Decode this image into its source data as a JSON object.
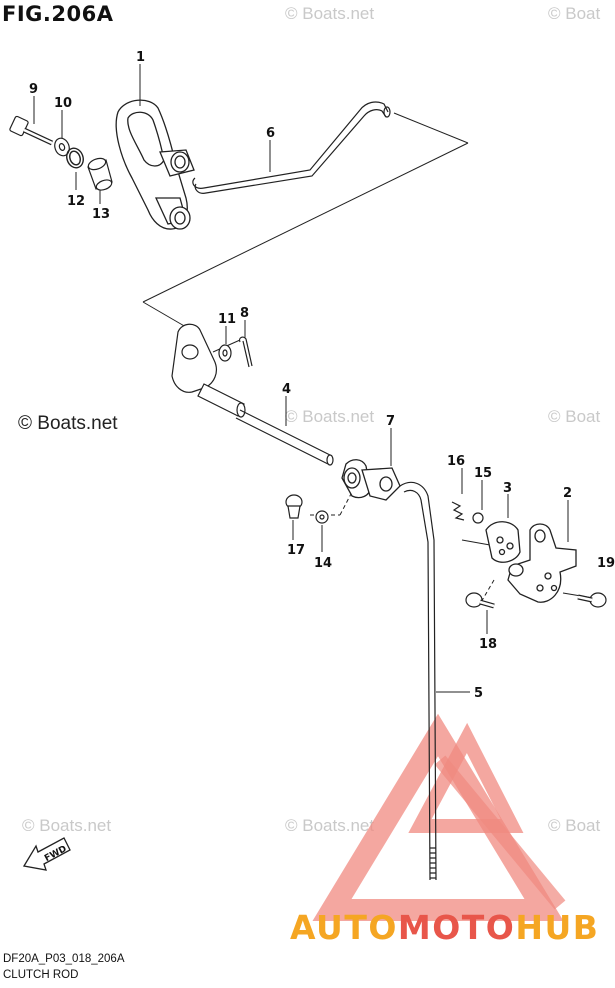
{
  "figure": {
    "title": "FIG.206A",
    "code": "DF20A_P03_018_206A",
    "name": "CLUTCH ROD"
  },
  "watermarks": {
    "main": "© Boats.net",
    "faint": "© Boats.net",
    "faint_partial": "© Boat"
  },
  "callouts": {
    "n1": "1",
    "n2": "2",
    "n3": "3",
    "n4": "4",
    "n5": "5",
    "n6": "6",
    "n7": "7",
    "n8": "8",
    "n9": "9",
    "n10": "10",
    "n11": "11",
    "n12": "12",
    "n13": "13",
    "n14": "14",
    "n15": "15",
    "n16": "16",
    "n17": "17",
    "n18": "18",
    "n19": "19"
  },
  "fwd": {
    "label": "FWD"
  },
  "logo": {
    "part1": "AUTO",
    "part2": "MOTO",
    "part3": "HUB",
    "color_orange": "#f5a623",
    "color_red": "#e8564a",
    "color_triangle": "#f08a80"
  }
}
